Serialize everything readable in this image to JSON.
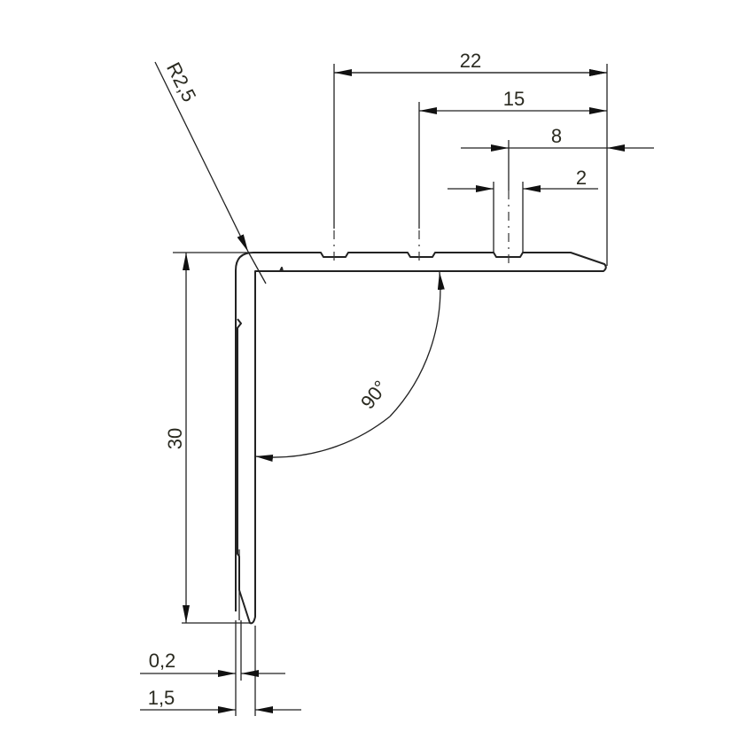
{
  "drawing": {
    "dimensions": {
      "width_total": "22",
      "width_15": "15",
      "width_8": "8",
      "groove_2": "2",
      "height": "30",
      "thickness_tip": "0,2",
      "thickness": "1,5",
      "radius": "R2,5",
      "angle": "90°"
    }
  }
}
